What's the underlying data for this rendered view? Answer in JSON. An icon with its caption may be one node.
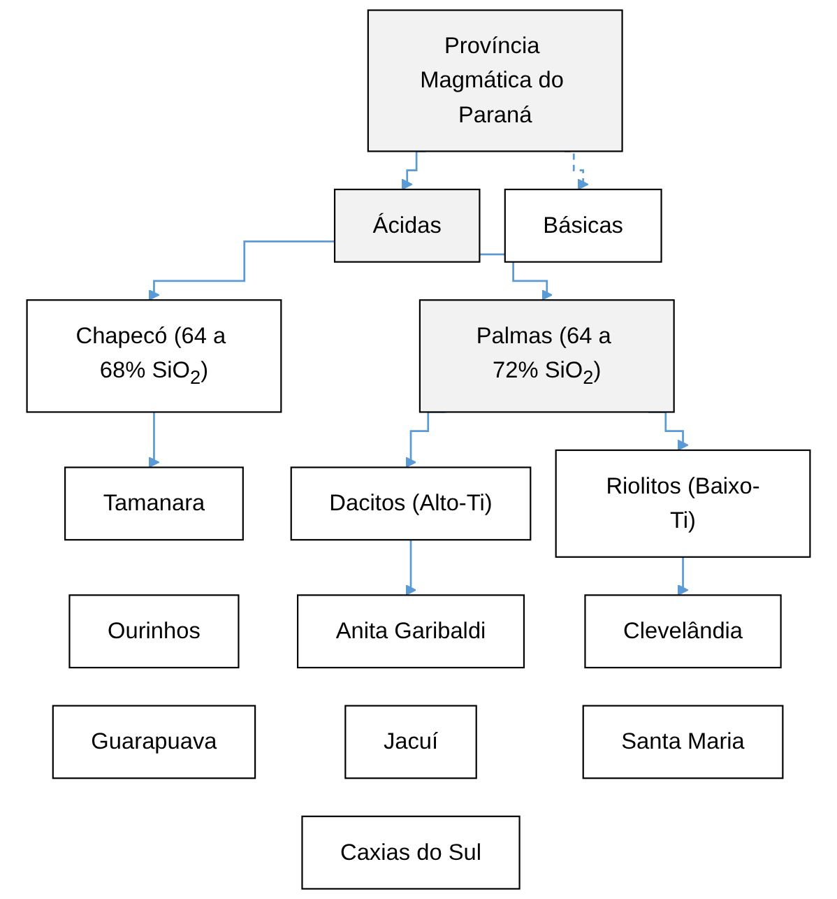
{
  "diagram": {
    "nodes": [
      {
        "text": [
          "Província Magmática do Paraná"
        ]
      },
      {
        "text": [
          "Ácidas"
        ]
      },
      {
        "text": [
          "Básicas"
        ]
      },
      {
        "text": [
          "Chapecó (64 a 68% SiO$_{2}$)"
        ]
      },
      {
        "text": [
          "Palmas (64 a 72% SiO$_{2}$)"
        ]
      },
      {
        "text": [
          "Tamanara"
        ]
      },
      {
        "text": [
          "Ourinhos"
        ]
      },
      {
        "text": [
          "Guarapuava"
        ]
      },
      {
        "text": [
          "Dacitos (Alto-Ti)"
        ]
      },
      {
        "text": [
          "Riolitos (Baixo-Ti)"
        ]
      },
      {
        "text": [
          "Anita Garibaldi"
        ]
      },
      {
        "text": [
          "Jacuí"
        ]
      },
      {
        "text": [
          "Caxias do Sul"
        ]
      },
      {
        "text": [
          "Clevelândia"
        ]
      },
      {
        "text": [
          "Santa Maria"
        ]
      }
    ],
    "edges": [
      {
        "from": 0,
        "to": 1,
        "arrow": "to"
      },
      {
        "from": 0,
        "to": 2,
        "arrow": "to",
        "style": "dashed"
      },
      {
        "from": 1,
        "to": 3,
        "arrow": "to"
      },
      {
        "from": 1,
        "to": 4,
        "arrow": "to"
      },
      {
        "from": 3,
        "to": 5,
        "arrow": "to"
      },
      {
        "from": 4,
        "to": 8,
        "arrow": "to"
      },
      {
        "from": 4,
        "to": 9,
        "arrow": "to"
      },
      {
        "from": 8,
        "to": 10,
        "arrow": "to"
      },
      {
        "from": 9,
        "to": 13,
        "arrow": "to"
      }
    ]
  }
}
